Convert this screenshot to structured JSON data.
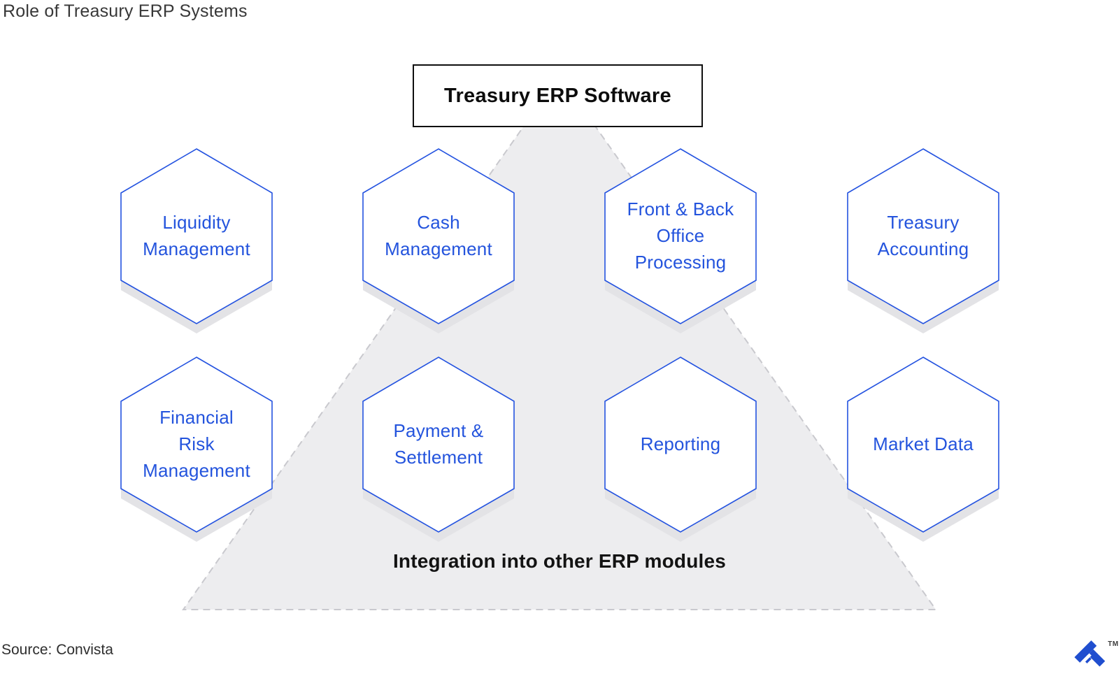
{
  "title": "Role of Treasury ERP Systems",
  "top_box": {
    "label": "Treasury ERP Software"
  },
  "hexagons": [
    {
      "id": "liquidity-management",
      "label": "Liquidity\nManagement"
    },
    {
      "id": "cash-management",
      "label": "Cash\nManagement"
    },
    {
      "id": "front-back-office-processing",
      "label": "Front & Back\nOffice\nProcessing"
    },
    {
      "id": "treasury-accounting",
      "label": "Treasury\nAccounting"
    },
    {
      "id": "financial-risk-management",
      "label": "Financial\nRisk\nManagement"
    },
    {
      "id": "payment-settlement",
      "label": "Payment &\nSettlement"
    },
    {
      "id": "reporting",
      "label": "Reporting"
    },
    {
      "id": "market-data",
      "label": "Market Data"
    }
  ],
  "triangle": {
    "label": "Integration into other ERP modules"
  },
  "source": "Source: Convista",
  "logo": {
    "name": "toptal-logo",
    "tm": "TM"
  },
  "colors": {
    "hex_border": "#2453e0",
    "hex_text": "#2454dd",
    "hex_shadow": "#e3e3e6",
    "triangle_fill": "#ededef",
    "triangle_border": "#c9c9ce",
    "box_border": "#0f0f0f",
    "logo_blue": "#204ecf"
  }
}
